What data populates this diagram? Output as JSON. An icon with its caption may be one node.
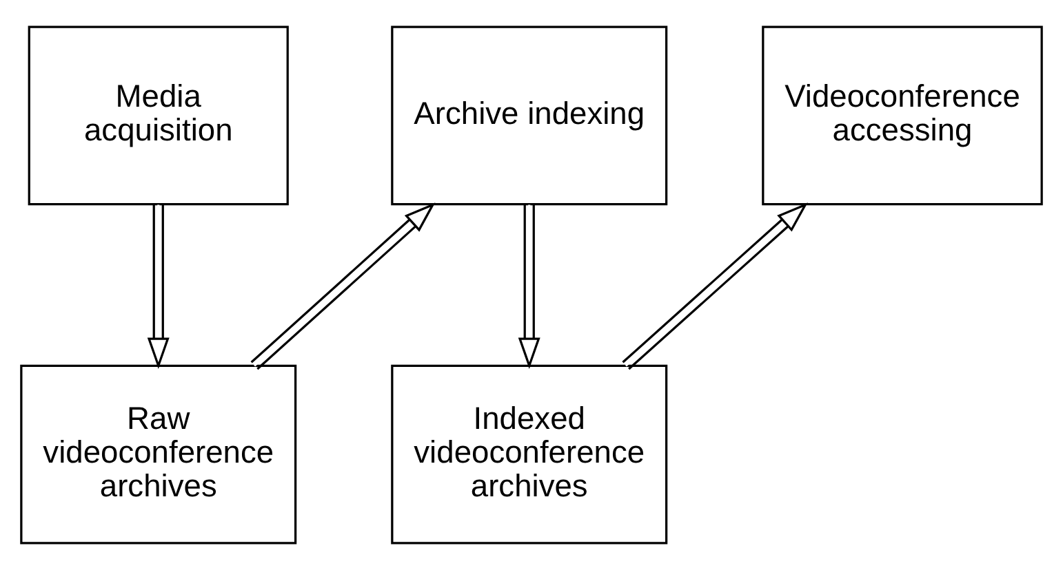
{
  "diagram": {
    "nodes": [
      {
        "text": [
          "Media acquisition"
        ]
      },
      {
        "text": [
          "Archive indexing"
        ]
      },
      {
        "text": [
          "Videoconference accessing"
        ]
      },
      {
        "text": [
          "Raw videoconference archives"
        ]
      },
      {
        "text": [
          "Indexed videoconference archives"
        ]
      }
    ],
    "edges": [
      {
        "from": 0,
        "to": 3,
        "arrow": "to"
      },
      {
        "from": 3,
        "to": 1,
        "arrow": "to"
      },
      {
        "from": 1,
        "to": 4,
        "arrow": "to"
      },
      {
        "from": 4,
        "to": 2,
        "arrow": "to"
      }
    ]
  }
}
